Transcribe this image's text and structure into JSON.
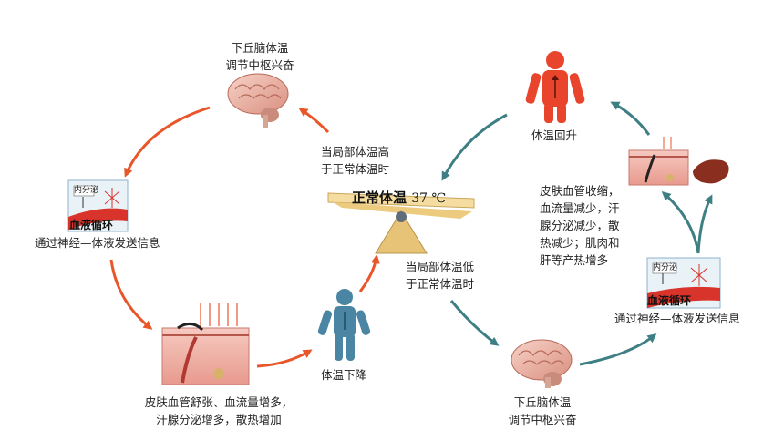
{
  "labels": {
    "hypo_top_l1": "下丘脑体温",
    "hypo_top_l2": "调节中枢兴奋",
    "hypo_bot_l1": "下丘脑体温",
    "hypo_bot_l2": "调节中枢兴奋",
    "high_l1": "当局部体温高",
    "high_l2": "于正常体温时",
    "low_l1": "当局部体温低",
    "low_l2": "于正常体温时",
    "normal_temp": "正常体温",
    "normal_value": "37 ℃",
    "signal_left": "通过神经—体液发送信息",
    "signal_right": "通过神经—体液发送信息",
    "blood_left": "血液循环",
    "blood_right": "血液循环",
    "endocrine_left": "内分泌",
    "endocrine_right": "内分泌",
    "heat_loss_l1": "皮肤血管舒张、血流量增多，",
    "heat_loss_l2": "汗腺分泌增多，散热增加",
    "temp_drop": "体温下降",
    "temp_rise": "体温回升",
    "heat_gain_l1": "皮肤血管收缩，",
    "heat_gain_l2": "血流量减少，汗",
    "heat_gain_l3": "腺分泌减少，散",
    "heat_gain_l4": "热减少；肌肉和",
    "heat_gain_l5": "肝等产热增多"
  },
  "colors": {
    "hot_arrow": "#e8562a",
    "cold_arrow": "#3e7f83",
    "body_hot": "#e8452c",
    "body_cold": "#4a86a3"
  }
}
